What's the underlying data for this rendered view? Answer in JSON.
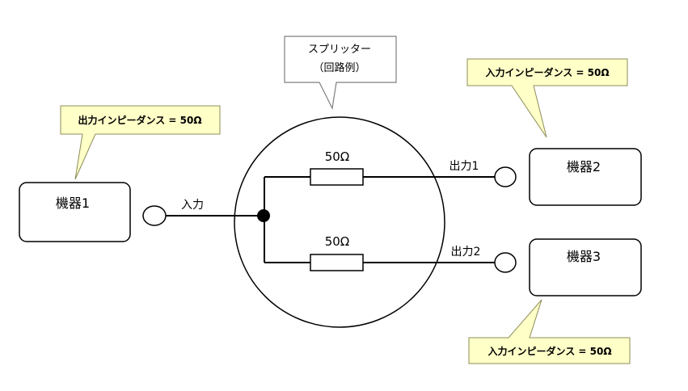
{
  "devices": {
    "device1": "機器1",
    "device2": "機器2",
    "device3": "機器3"
  },
  "ports": {
    "input": "入力",
    "output1": "出力1",
    "output2": "出力2"
  },
  "resistors": {
    "top": "50Ω",
    "bottom": "50Ω"
  },
  "callouts": {
    "splitter_line1": "スプリッター",
    "splitter_line2": "（回路例）",
    "output_impedance": "出力インピーダンス = 50Ω",
    "input_impedance_top": "入力インピーダンス = 50Ω",
    "input_impedance_bottom": "入力インピーダンス = 50Ω"
  },
  "colors": {
    "callout_fill": "#ffffc8",
    "callout_stroke": "#8c8c5a",
    "line": "#000000",
    "splitter_callout_stroke": "#7f7f7f"
  }
}
